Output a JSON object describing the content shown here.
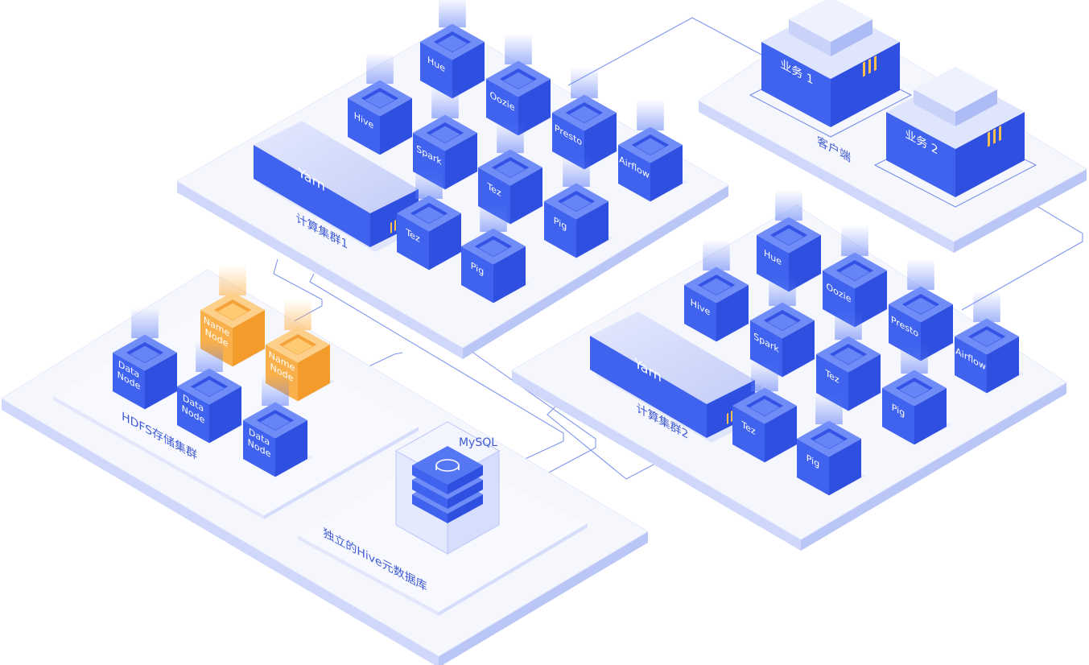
{
  "colors": {
    "platform_top": "#f6f7fd",
    "platform_side": "#dfe4fb",
    "platform_edge": "#c9d1f7",
    "cube_blue": "#3f63ef",
    "cube_blue_right": "#2f4fe0",
    "cube_blue_top": "#6f8cf7",
    "cube_orange": "#f9b04a",
    "cube_orange_right": "#f39c2b",
    "cube_orange_top": "#fcd08a",
    "label": "#3f5bd6",
    "line": "#7f96ee"
  },
  "clusters": {
    "compute1": {
      "label": "计算集群1",
      "yarn": "Yarn",
      "nodes": [
        "Hue",
        "Hive",
        "Oozie",
        "Spark",
        "Presto",
        "Airflow",
        "Tez",
        "Pig",
        "Tez",
        "Pig"
      ]
    },
    "compute2": {
      "label": "计算集群2",
      "yarn": "Yarn",
      "nodes": [
        "Hue",
        "Hive",
        "Oozie",
        "Spark",
        "Presto",
        "Airflow",
        "Tez",
        "Pig",
        "Tez",
        "Pig"
      ]
    },
    "client": {
      "label": "客户端",
      "services": [
        "业务 1",
        "业务 2"
      ]
    },
    "storage": {
      "hdfs_label": "HDFS存储集群",
      "name_node": "Name\nNode",
      "data_node": "Data\nNode",
      "mysql": "MySQL",
      "metastore_label": "独立的Hive元数据库"
    }
  }
}
